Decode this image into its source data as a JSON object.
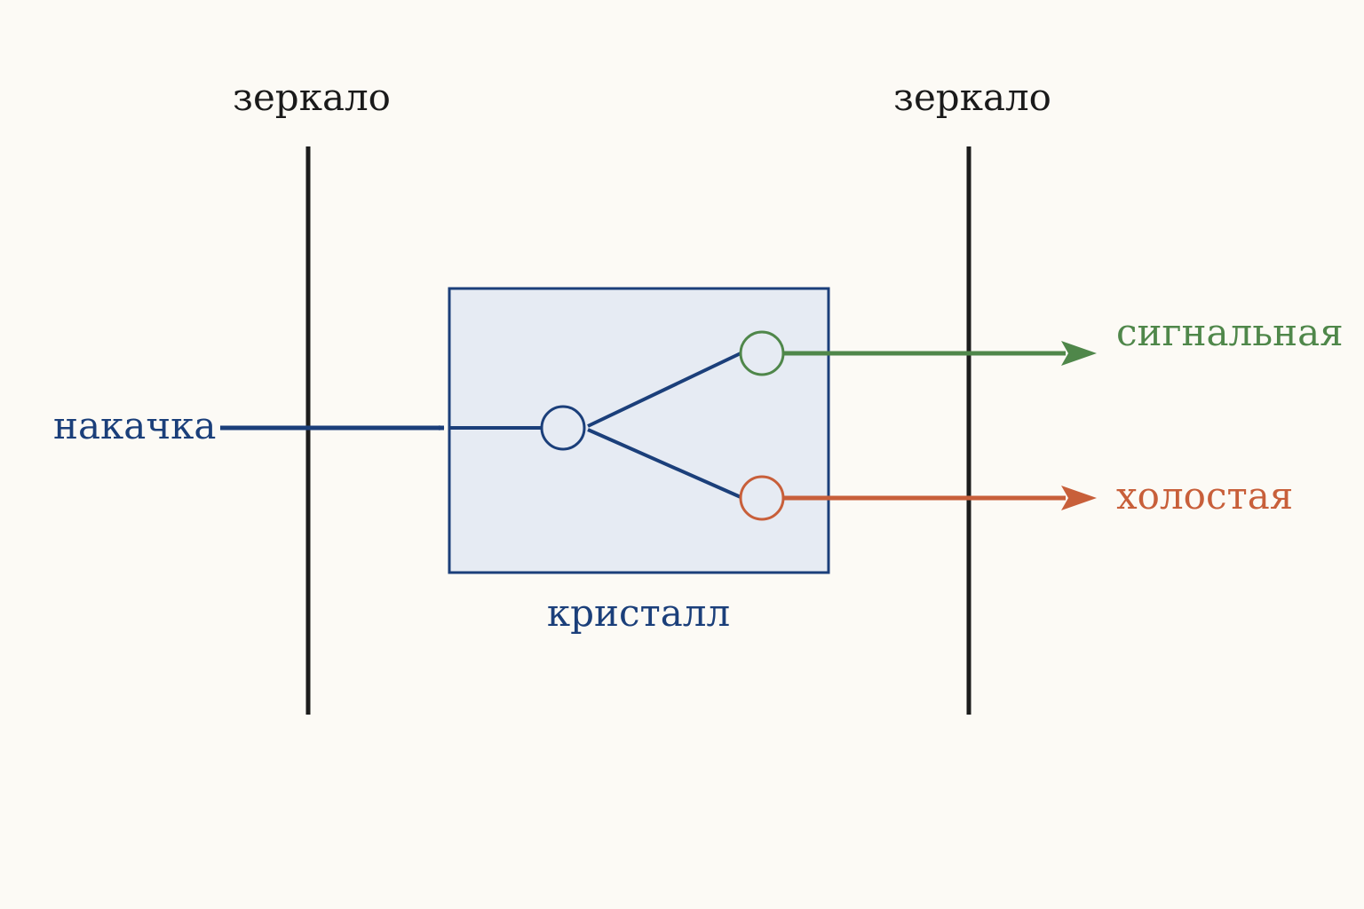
{
  "labels": {
    "mirror_left": "зеркало",
    "mirror_right": "зеркало",
    "pump": "накачка",
    "crystal": "кристалл",
    "signal": "сигнальная",
    "idler": "холостая"
  },
  "colors": {
    "background": "#fcfaf5",
    "mirror": "#1c1c1c",
    "mirror_label": "#1a1a1a",
    "pump": "#1b3f7a",
    "crystal_fill": "#e6ebf3",
    "crystal_border": "#1b3f7a",
    "signal": "#4f874a",
    "idler": "#c85f3a"
  }
}
